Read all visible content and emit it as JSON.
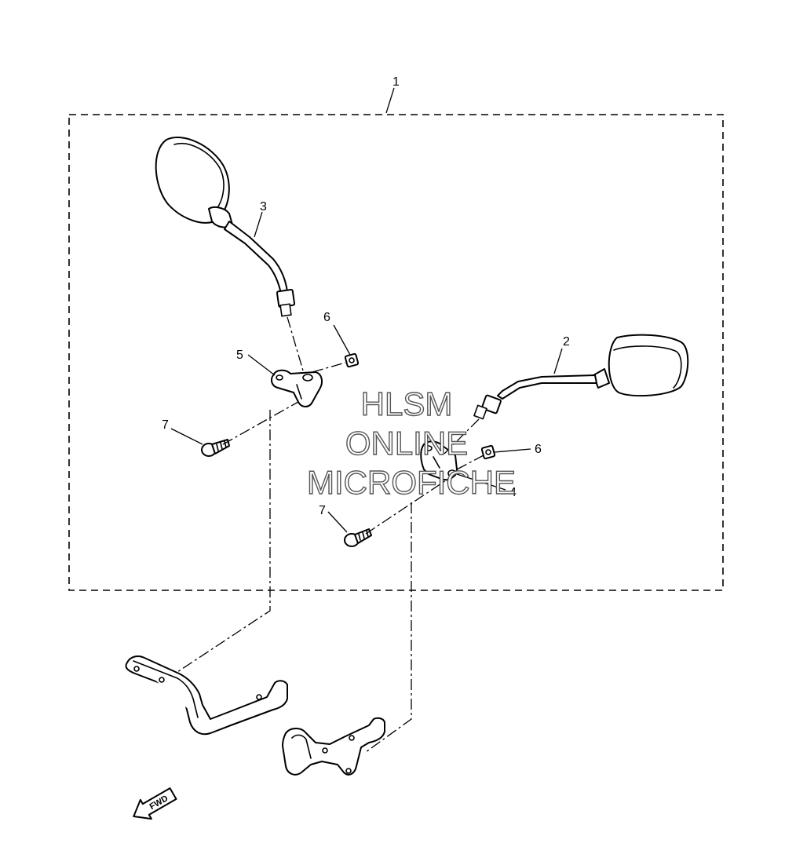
{
  "callouts": {
    "c1": "1",
    "c2": "2",
    "c3": "3",
    "c4": "4",
    "c5": "5",
    "c6a": "6",
    "c6b": "6",
    "c7a": "7",
    "c7b": "7"
  },
  "watermark": {
    "line1": "HLSM",
    "line2": "ONLINE",
    "line3": "MICROFICHE"
  },
  "direction_arrow": {
    "label": "FWD"
  }
}
